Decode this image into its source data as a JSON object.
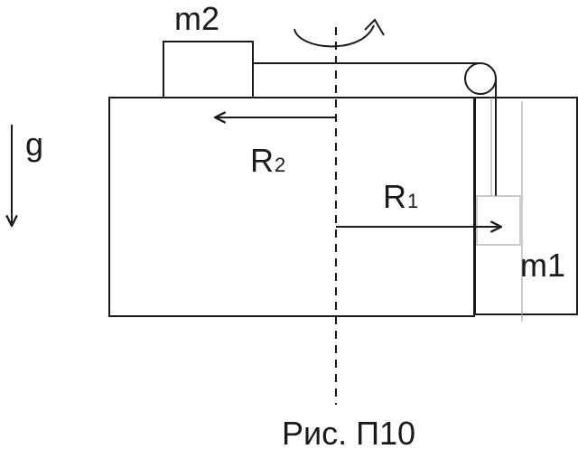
{
  "labels": {
    "m2": "m2",
    "m1": "m1",
    "g": "g",
    "r2_main": "R",
    "r2_sub": "2",
    "r1_main": "R",
    "r1_sub": "1",
    "caption": "Рис. П10"
  },
  "colors": {
    "ink": "#1a1a1a",
    "faint": "#9a9a9a",
    "background": "#ffffff"
  }
}
